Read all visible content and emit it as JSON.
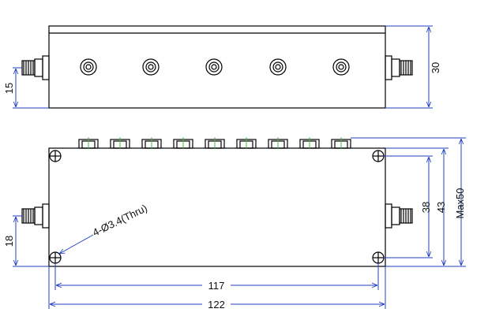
{
  "labels": {
    "height_top": "30",
    "connector_top": "15",
    "connector_bottom": "18",
    "hole_spacing_vert": "38",
    "height_bottom": "43",
    "max_width": "Max50",
    "hole_spacing_horiz": "117",
    "length": "122",
    "hole_note": "4-Ø3.4(Thru)"
  },
  "colors": {
    "outline": "#000000",
    "dimension": "#1f3fbf",
    "accent": "#34c23a"
  }
}
